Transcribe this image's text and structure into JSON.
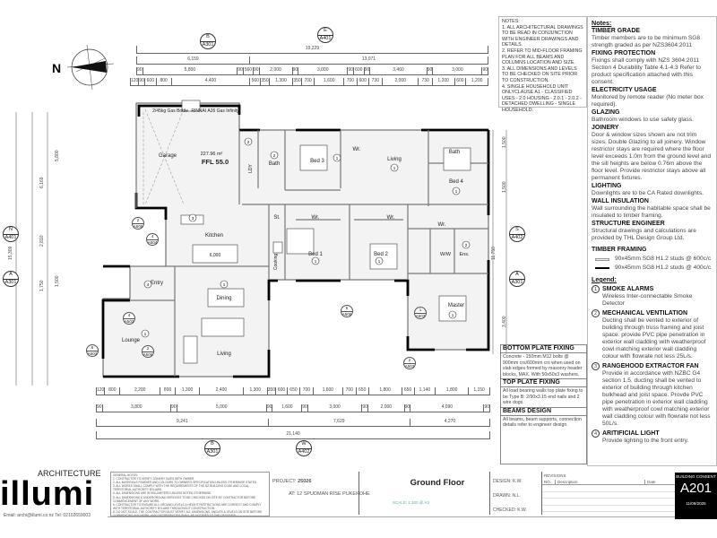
{
  "plan": {
    "title": "Ground Floor",
    "area": "227.96 m²",
    "ffl": "FFL 55.0",
    "rooms": {
      "garage": "Garage",
      "ldy": "LDY",
      "bath1": "Bath",
      "bed3": "Bed 3",
      "wr1": "Wr.",
      "living1": "Living",
      "bath2": "Bath",
      "bed4": "Bed 4",
      "st": "St.",
      "wr2": "Wr.",
      "wr3": "Wr.",
      "wr4": "Wr.",
      "kitchen": "Kitchen",
      "cooking": "Cooking",
      "bed1": "Bed 1",
      "bed2": "Bed 2",
      "ww": "W/W",
      "ens": "Ens.",
      "master": "Master",
      "entry": "Entry",
      "dining": "Dining",
      "lounge": "Lounge",
      "living2": "Living"
    },
    "gas_bottle": "2/45kg Gas Bottle",
    "gas_heater": "RINNAI A26 Gas Infinity",
    "bench": "6,000",
    "callout_nums": [
      "1",
      "2",
      "3",
      "4"
    ],
    "north": "N"
  },
  "dims": {
    "top_overall": [
      "19,229"
    ],
    "top_split": [
      "6,159",
      "13,071"
    ],
    "top_detail": [
      "90",
      "5,800",
      "90",
      "560",
      "90",
      "2,000",
      "90",
      "3,000",
      "90",
      "600",
      "90",
      "3,460",
      "90",
      "3,000",
      "90"
    ],
    "top_detail_values": [
      90,
      5800,
      90,
      560,
      90,
      2000,
      90,
      3000,
      90,
      600,
      90,
      3460,
      90,
      3000,
      90
    ],
    "top_openings": [
      "120",
      "90",
      "600",
      "800",
      "4,400",
      "560",
      "350",
      "1,300",
      "350",
      "700",
      "1,600",
      "700",
      "600",
      "730",
      "2,000",
      "730",
      "1,200",
      "600",
      "1,200"
    ],
    "top_openings_values": [
      120,
      90,
      600,
      800,
      4400,
      560,
      350,
      1300,
      350,
      700,
      1600,
      700,
      600,
      730,
      2000,
      730,
      1200,
      600,
      1200
    ],
    "bottom_openings": [
      "120",
      "800",
      "2,200",
      "800",
      "1,300",
      "2,400",
      "1,300",
      "350",
      "600",
      "650",
      "700",
      "1,600",
      "700",
      "650",
      "1,800",
      "650",
      "1,140",
      "1,800",
      "1,150"
    ],
    "bottom_openings_values": [
      120,
      800,
      2200,
      800,
      1300,
      2400,
      1300,
      350,
      600,
      650,
      700,
      1600,
      700,
      650,
      1800,
      650,
      1140,
      1800,
      1150
    ],
    "bottom_detail": [
      "90",
      "3,800",
      "90",
      "5,000",
      "90",
      "1,600",
      "90",
      "3,000",
      "90",
      "2,000",
      "90",
      "4,090",
      "90"
    ],
    "bottom_detail_values": [
      90,
      3800,
      90,
      5000,
      90,
      1600,
      90,
      3000,
      90,
      2000,
      90,
      4090,
      90
    ],
    "bottom_split": [
      "9,241",
      "7,629",
      "4,270"
    ],
    "bottom_split_values": [
      9241,
      7629,
      4270
    ],
    "bottom_overall": [
      "21,140"
    ],
    "left": [
      "15,309",
      "6,169",
      "5,800",
      "2,810",
      "1,750",
      "1,500"
    ],
    "right": [
      "11,750",
      "1,500",
      "1,500",
      "3,400"
    ]
  },
  "sections": {
    "top_b": {
      "id": "B",
      "sheet": "A301"
    },
    "top_e": {
      "id": "E",
      "sheet": "A401"
    },
    "left_n": {
      "id": "N",
      "sheet": "A401"
    },
    "left_a": {
      "id": "A",
      "sheet": "A301"
    },
    "right_s": {
      "id": "S",
      "sheet": "A402"
    },
    "right_a": {
      "id": "A",
      "sheet": "A301"
    },
    "bottom_b": {
      "id": "B",
      "sheet": "A301"
    },
    "bottom_w": {
      "id": "W",
      "sheet": "A402"
    }
  },
  "details": [
    {
      "id": "2",
      "sheet": "A505"
    },
    {
      "id": "4",
      "sheet": "A504"
    },
    {
      "id": "4",
      "sheet": "A503"
    },
    {
      "id": "2",
      "sheet": "A505"
    },
    {
      "id": "6",
      "sheet": "A503"
    },
    {
      "id": "5",
      "sheet": "A505"
    },
    {
      "id": "1",
      "sheet": "A503"
    },
    {
      "id": "2",
      "sheet": "A503"
    }
  ],
  "notes": {
    "title": "NOTES:",
    "lines": [
      "1. ALL ARCHITECTURAL DRAWINGS TO BE READ IN CONJUNCTION WITH ENGINEER DRAWINGS AND DETAILS.",
      "2. REFER TO MID-FLOOR FRAMING PLAN FOR ALL BEAMS AND COLUMNS LOCATION AND SIZE.",
      "3. ALL DIMENSIONS AND LEVELS TO BE CHECKED ON SITE PRIOR TO CONSTRUCTION.",
      "4. SINGLE HOUSEHOLD UNIT ONLYCLAUSE A1 - CLASSIFIED USES - 2.0 HOUSING - 2.0.1 - 2.0.2 - DETACHED DWELLING - SINGLE HOUSEHOLD."
    ]
  },
  "spec": {
    "heading": "Notes:",
    "sections": [
      {
        "title": "TIMBER GRADE",
        "body": "Timber members are to be minimum SG8 strength graded as per NZS3604:2011"
      },
      {
        "title": "FIXING PROTECTION",
        "body": "Fixings shall comply with NZS 3604:2011 Section 4 Durability Table 4.1-4.3  Refer to product specification attached with this consent."
      },
      {
        "title": "ELECTRICITY USAGE",
        "body": "Monitored by remote reader (No meter box required)."
      },
      {
        "title": "GLAZING",
        "body": "Bathroom windows to use safety glass."
      },
      {
        "title": "JOINERY",
        "body": "Door & window sizes shown are not trim sizes. Double Glazing to all joinery. Window restrictor stays are required where the floor level exceeds 1.0m from the ground level and the sill heights are below 0.76m above the floor level. Provide restrictor stays above all permanent fixtures."
      },
      {
        "title": "LIGHTING",
        "body": "Downlights are to be CA Rated downlights."
      },
      {
        "title": "WALL INSULATION",
        "body": "Wall surrounding the habitable space shall be insulated to timber framing."
      },
      {
        "title": "STRUCTURE ENGINEER",
        "body": "Structural drawings and calculations are provided by THL Design Group Ltd."
      }
    ],
    "timber_framing": {
      "title": "TIMBER FRAMING",
      "a": "90x45mm SG8 H1.2 studs @ 600c/c",
      "b": "90x45mm SG8 H1.2 studs @ 400c/c"
    },
    "legend_heading": "Legend:",
    "legend": [
      {
        "num": "1",
        "title": "SMOKE ALARMS",
        "body": "Wireless Inter-connectable Smoke Detector"
      },
      {
        "num": "2",
        "title": "MECHANICAL VENTILATION",
        "body": "Ducting shall be vented to exterior of building through truss framing and joist space. provide PVC pipe penetration in exterior wall cladding with weatherproof cowl matching exterior wall cladding colour with flowrate not less 25L/s."
      },
      {
        "num": "3",
        "title": "RANGEHOOD EXTRACTOR FAN",
        "body": "Provide in accordance with NZBC G4 section 1.5. ducting shall be vented to exterior of building through kitchen bulkhead and joist space. Provde PVC pipe penetration in exterior wall cladding with weatherproof cowl matching exterior wall cladding colour with flowrate not less 50L/s."
      },
      {
        "num": "4",
        "title": "ARITIFICIAL LIGHT",
        "body": "Provide lighting to the front entry."
      }
    ]
  },
  "fixing": {
    "bottom_title": "BOTTOM PLATE FIXING",
    "bottom_body": "Concrete - 150mm M12 bolts @ 900mm crs/600mm crs when used on slab edges formed by masonry header blocks, MAX. With 50x50x3 washers.",
    "top_title": "TOP PLATE FIXING",
    "top_body": "All load bearing walls top plate fixing to be Type B: 2/90x3.15 end nails and 2 wire dogs.",
    "beams_title": "BEAMS DESIGN",
    "beams_body": "All beams, beam supports, connection details refer to engineer design."
  },
  "title_block": {
    "logo": "illumi",
    "firm": "ARCHITECTURE",
    "contact": "Email: archi@illumi.co.nz   Tel: 02102659003",
    "general_notes_title": "GENERAL NOTES:",
    "general_notes": [
      "1. CONTRACTOR TO VERIFY JOINERY SIZES WITH OWNER.",
      "2. ALL MATERIALS FINISHES AND COLOURS TO OWNER'S SPECIFICATION UNLESS OTHERWISE STATED.",
      "3. ALL WORKS SHALL COMPLY WITH THE REQUIREMENTS OF THE NZ BUILDING CODE AND LOCAL TERRITORIAL AUTHORITY BYLAWS.",
      "4. ALL DIMENSIONS ARE IN MILLIMETERS UNLESS NOTED OTHERWISE.",
      "5. ALL DIMENSIONS & UNDERGROUND SERVICES TO BE CHECKED ON SITE BY CONTRACTOR BEFORE COMMENCEMENT OF ANY WORK.",
      "6. CONTRACTOR TO ENSURE ALL GROUND LEVELS & HEIGHT RESTRICTIONS ARE CORRECT AND COMPLY WITH TERRITORIAL AUTHORITY BYLAWS THROUGHOUT CONSTRUCTION.",
      "8. DO NOT SCALE. THE CONTRACTOR MUST VERIFY ALL DIMENSIONS, ANGLES & LEVELS ON SITE BEFORE COMMENCING ANY WORK. ANY DISCREPANCIES SHALL BE NOTIFIED TO THE DESIGNER."
    ],
    "project_label": "PROJECT:",
    "project": "25026",
    "at_label": "AT:",
    "address": "12 SPUDMAN RISE PUKEKOHE",
    "drawing_title": "Ground Floor",
    "scale": "SCALE: 1:100   @ A3",
    "design_label": "DESIGN:",
    "design": "K.W.",
    "drawn_label": "DRAWN:",
    "drawn": "N.L.",
    "checked_label": "CHECKED:",
    "checked": "K.W.",
    "revisions": "REVISIONS",
    "rev_no": "NO.",
    "rev_desc": "Description",
    "rev_date": "Date",
    "stage": "BUILDING CONSENT",
    "sheet": "A201",
    "date": "11/08/2025"
  }
}
